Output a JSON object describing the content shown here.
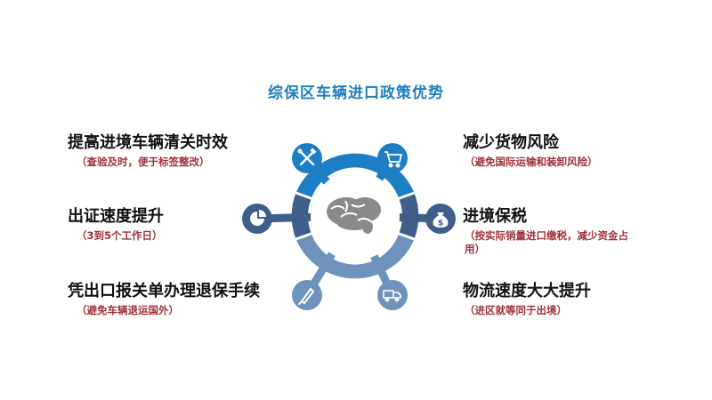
{
  "title": "综保区车辆进口政策优势",
  "colors": {
    "title": "#1f7fc0",
    "top_segment": "#1d7ec5",
    "mid_segment": "#3f5f8a",
    "bottom_segment": "#6e93bd",
    "subtitle": "#a0323c",
    "brain": "#8a8a8a"
  },
  "left_items": [
    {
      "main": "提高进境车辆清关时效",
      "sub": "（查验及时，便于标签整改）",
      "icon": "tools-icon"
    },
    {
      "main": "出证速度提升",
      "sub": "（3到5个工作日）",
      "icon": "pie-chart-icon"
    },
    {
      "main": "凭出口报关单办理退保手续",
      "sub": "（避免车辆退运国外）",
      "icon": "pen-icon"
    }
  ],
  "right_items": [
    {
      "main": "减少货物风险",
      "sub": "（避免国际运输和装卸风险）",
      "icon": "cart-icon"
    },
    {
      "main": "进境保税",
      "sub": "（按实际销量进口缴税，减少资金占用）",
      "icon": "money-bag-icon"
    },
    {
      "main": "物流速度大大提升",
      "sub": "（进区就等同于出境）",
      "icon": "truck-icon"
    }
  ],
  "center_icon": "brain-icon"
}
